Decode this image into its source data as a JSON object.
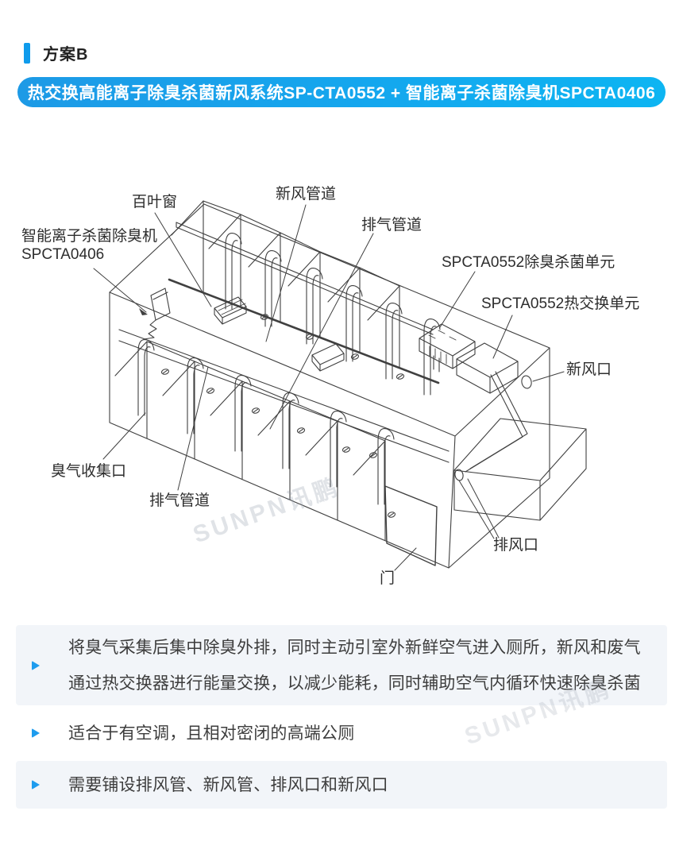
{
  "header": {
    "title": "方案B"
  },
  "banner": {
    "text": "热交换高能离子除臭杀菌新风系统SP-CTA0552 + 智能离子杀菌除臭机SPCTA0406"
  },
  "colors": {
    "accent_blue": "#0f9bec",
    "banner_gradient_start": "#1d9ae6",
    "banner_gradient_end": "#0db5f2",
    "note_background": "#f2f5f9",
    "drawing_line": "#404040",
    "body_text": "#3d3d3d"
  },
  "diagram": {
    "watermark": "SUNPN讯鹏",
    "labels": {
      "louver": "百叶窗",
      "fresh_air_duct": "新风管道",
      "exhaust_duct_top": "排气管道",
      "ion_machine": "智能离子杀菌除臭机SPCTA0406",
      "deodorize_unit": "SPCTA0552除臭杀菌单元",
      "heat_exchange_unit": "SPCTA0552热交换单元",
      "fresh_air_inlet": "新风口",
      "odor_collect_inlet": "臭气收集口",
      "exhaust_duct_bottom": "排气管道",
      "exhaust_outlet": "排风口",
      "door": "门"
    }
  },
  "notes": {
    "items": [
      {
        "text": "将臭气采集后集中除臭外排，同时主动引室外新鲜空气进入厕所，新风和废气通过热交换器进行能量交换，以减少能耗，同时辅助空气内循环快速除臭杀菌"
      },
      {
        "text": "适合于有空调，且相对密闭的高端公厕"
      },
      {
        "text": "需要铺设排风管、新风管、排风口和新风口"
      }
    ]
  }
}
